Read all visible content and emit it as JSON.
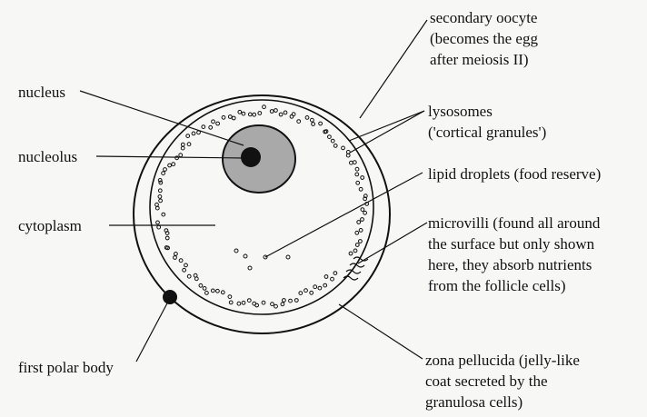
{
  "labels": {
    "secondary_oocyte": [
      "secondary oocyte",
      "(becomes the egg",
      "after meiosis II)"
    ],
    "nucleus": "nucleus",
    "nucleolus": "nucleolus",
    "lysosomes": [
      "lysosomes",
      "('cortical granules')"
    ],
    "lipid_droplets": "lipid droplets (food reserve)",
    "cytoplasm": "cytoplasm",
    "microvilli": [
      "microvilli (found all around",
      "the surface but only shown",
      "here, they absorb nutrients",
      "from the follicle cells)"
    ],
    "first_polar_body": "first polar body",
    "zona_pellucida": [
      "zona pellucida (jelly-like",
      "coat secreted by the",
      "granulosa cells)"
    ]
  },
  "colors": {
    "ink": "#111111",
    "background": "#f7f7f6",
    "nucleus_fill": "#a9a9a9",
    "nucleolus_fill": "#111111"
  }
}
